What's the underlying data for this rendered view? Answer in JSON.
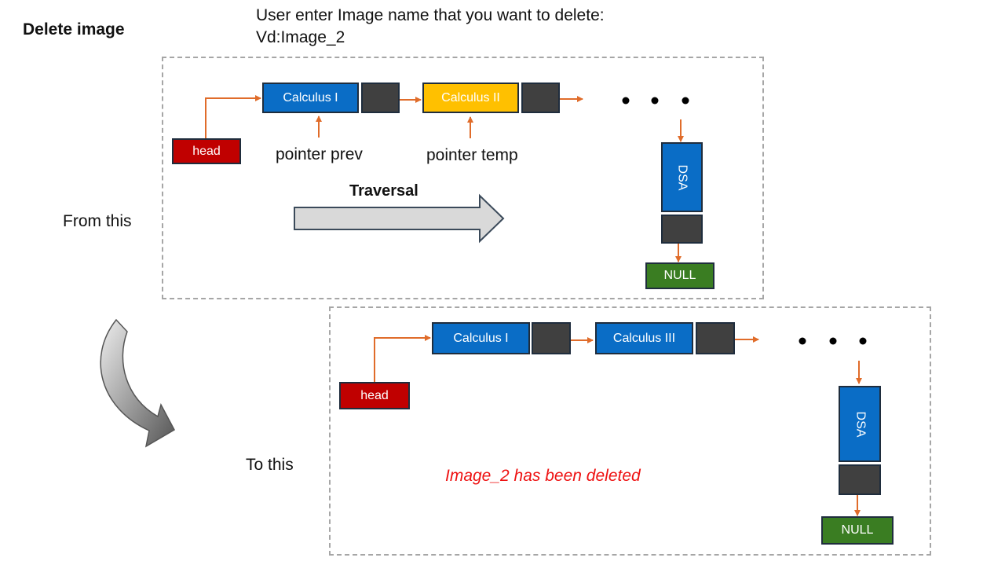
{
  "title": "Delete image",
  "prompt": {
    "line1": "User enter Image name that you want to delete:",
    "line2": "Vd:Image_2"
  },
  "before": {
    "label": "From this",
    "head": "head",
    "nodes": [
      "Calculus I",
      "Calculus II"
    ],
    "vertical_node": "DSA",
    "null_node": "NULL",
    "pointer_labels": [
      "pointer prev",
      "pointer temp"
    ],
    "traversal_label": "Traversal",
    "highlight_color": "#ffc000"
  },
  "after": {
    "label": "To this",
    "head": "head",
    "nodes": [
      "Calculus I",
      "Calculus III"
    ],
    "vertical_node": "DSA",
    "null_node": "NULL",
    "message": "Image_2 has been deleted"
  },
  "colors": {
    "node_blue": "#0a6dc6",
    "pointer_dark": "#404040",
    "head_red": "#c00000",
    "null_green": "#3a7d22",
    "arrow_orange": "#e06c2a"
  }
}
